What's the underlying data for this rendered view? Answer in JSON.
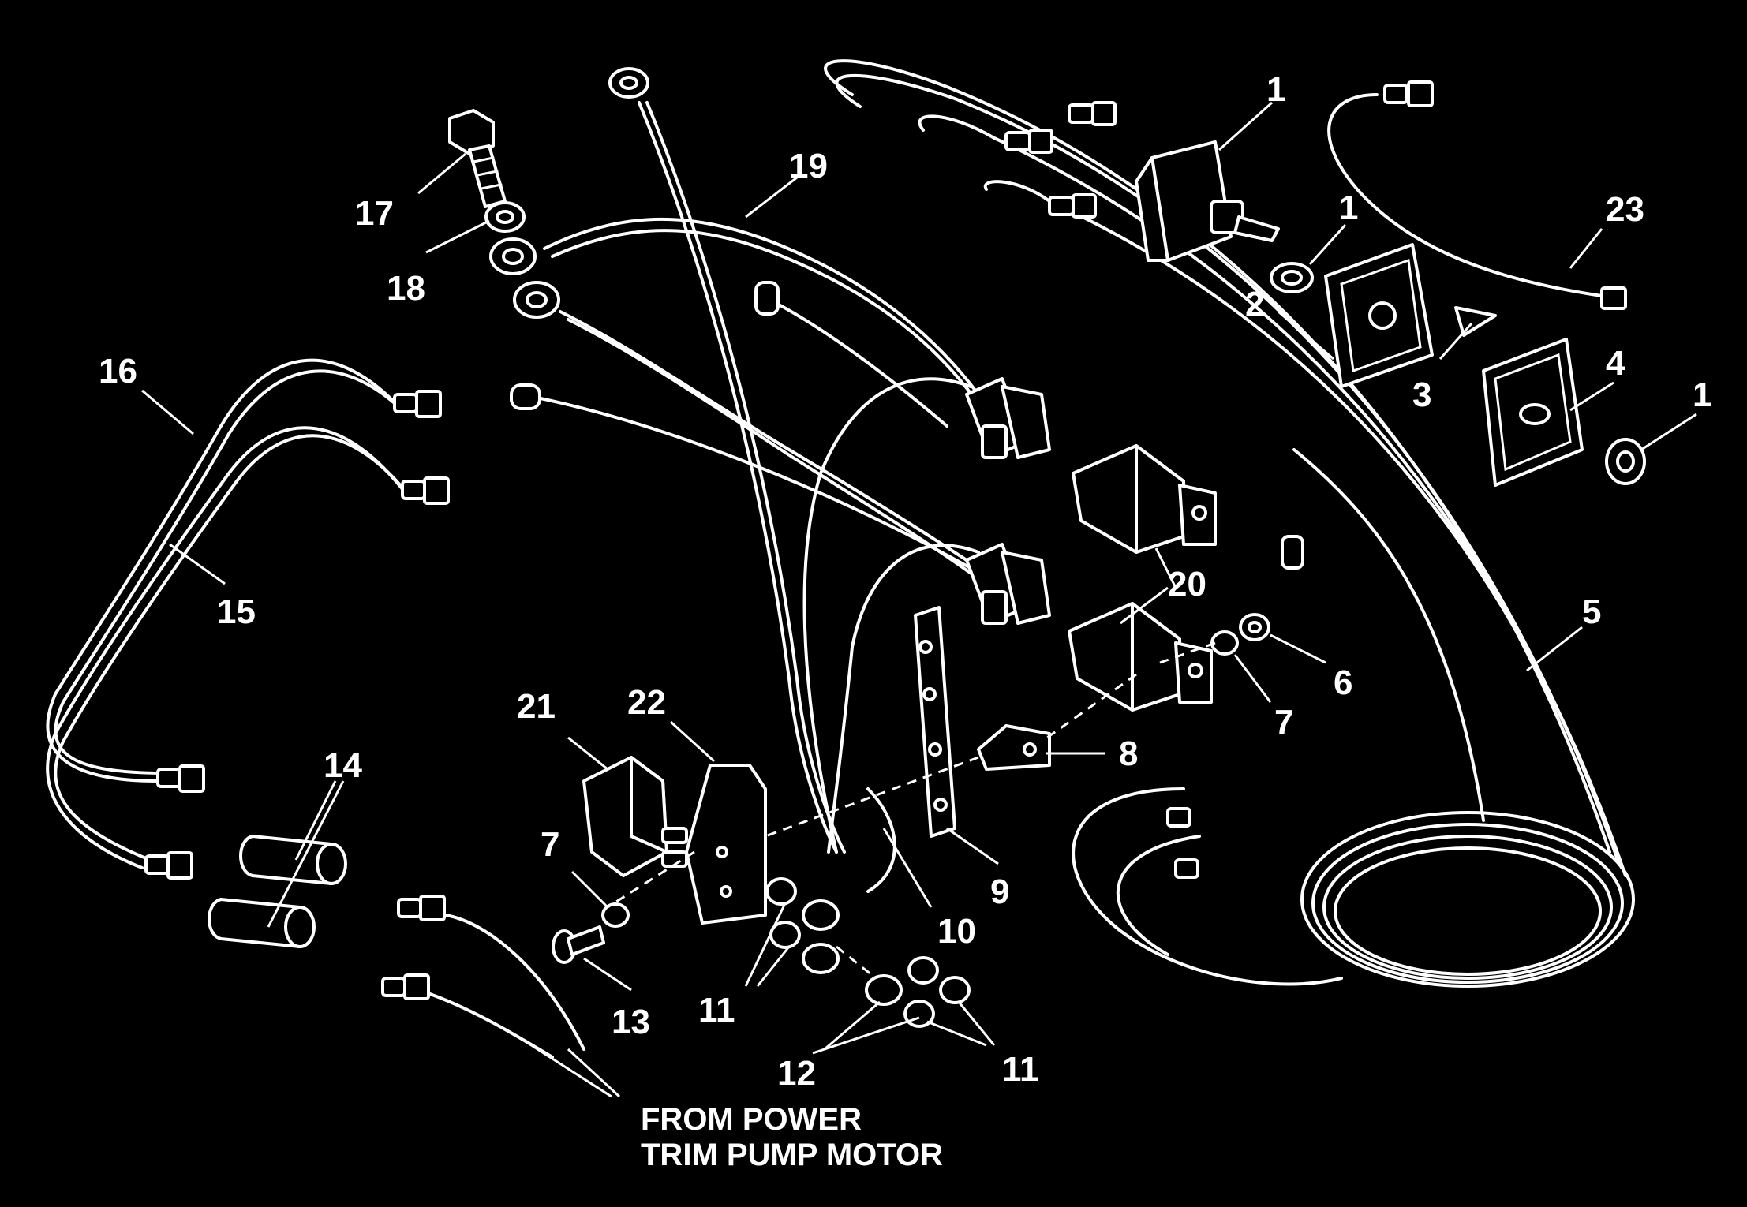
{
  "diagram": {
    "callouts": {
      "c1a": "1",
      "c1b": "1",
      "c1c": "1",
      "c2": "2",
      "c3": "3",
      "c4": "4",
      "c5": "5",
      "c6": "6",
      "c7a": "7",
      "c7b": "7",
      "c8": "8",
      "c9": "9",
      "c10": "10",
      "c11a": "11",
      "c11b": "11",
      "c12": "12",
      "c13": "13",
      "c14": "14",
      "c15": "15",
      "c16": "16",
      "c17": "17",
      "c18": "18",
      "c19": "19",
      "c20": "20",
      "c21": "21",
      "c22": "22",
      "c23": "23"
    },
    "caption": {
      "line1": "FROM POWER",
      "line2": "TRIM PUMP MOTOR"
    }
  }
}
